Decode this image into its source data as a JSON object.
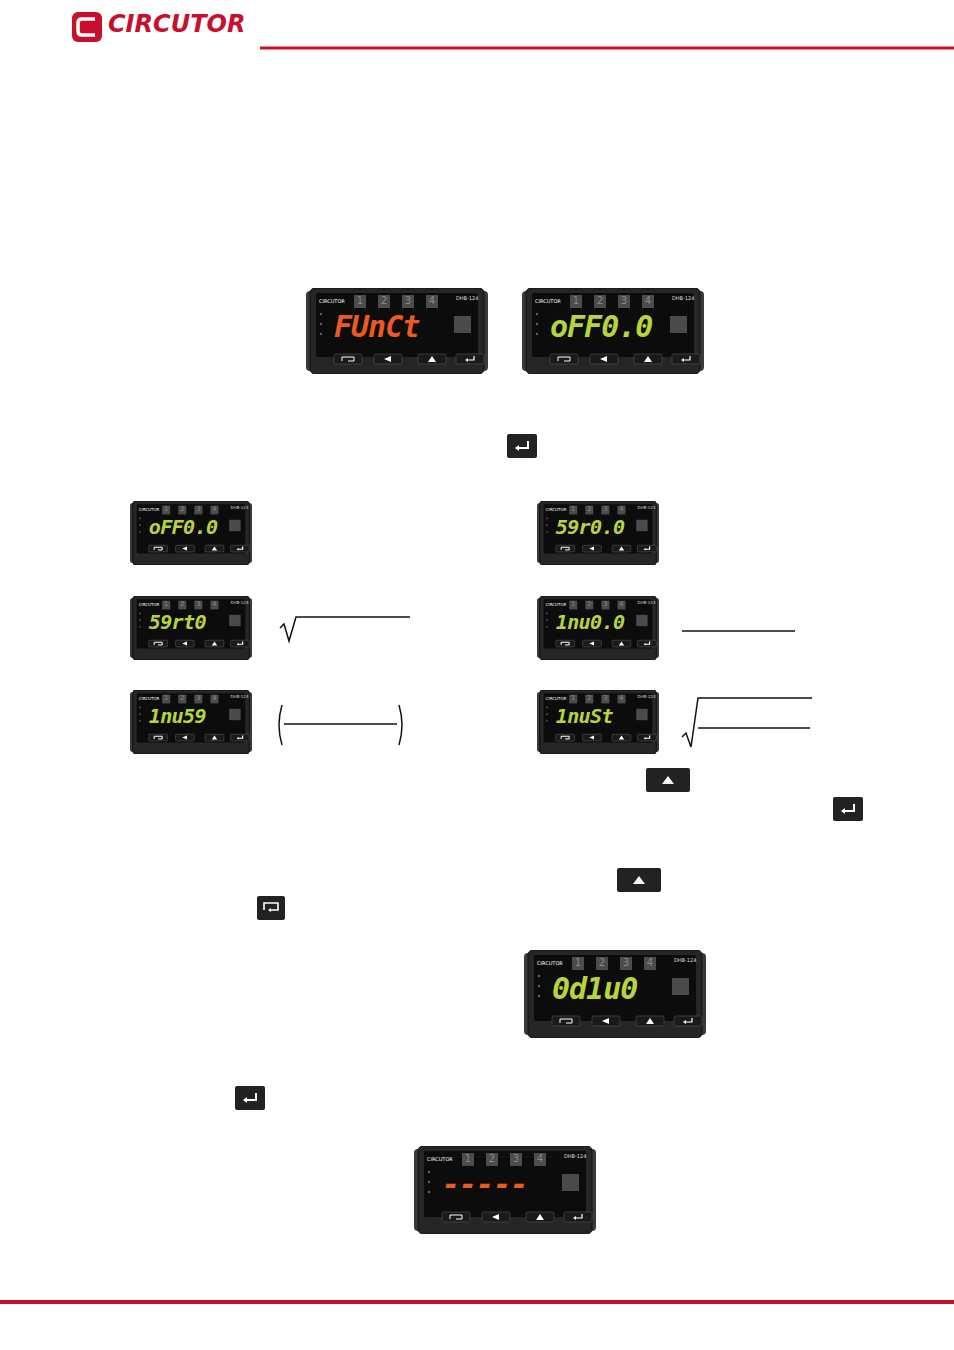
{
  "diagram": {
    "nodes": [
      {
        "text": [
          "FUnCt",
          "CIRCUTOR",
          "DHB-124",
          "1",
          "2",
          "3",
          "4"
        ]
      },
      {
        "text": [
          "oFF0.0",
          "CIRCUTOR",
          "DHB-124",
          "1",
          "2",
          "3",
          "4"
        ]
      },
      {
        "text": [
          "oFF0.0",
          "CIRCUTOR",
          "DHB-124",
          "1",
          "2",
          "3",
          "4"
        ]
      },
      {
        "text": [
          "59r0.0",
          "CIRCUTOR",
          "DHB-124",
          "1",
          "2",
          "3",
          "4"
        ]
      },
      {
        "text": [
          "59rt0",
          "CIRCUTOR",
          "DHB-124",
          "1",
          "2",
          "3",
          "4"
        ]
      },
      {
        "text": [
          "1nu0.0",
          "CIRCUTOR",
          "DHB-124",
          "1",
          "2",
          "3",
          "4"
        ]
      },
      {
        "text": [
          "1nu59",
          "CIRCUTOR",
          "DHB-124",
          "1",
          "2",
          "3",
          "4"
        ]
      },
      {
        "text": [
          "1nuSt",
          "CIRCUTOR",
          "DHB-124",
          "1",
          "2",
          "3",
          "4"
        ]
      },
      {
        "text": [
          "0d1u0",
          "CIRCUTOR",
          "DHB-124",
          "1",
          "2",
          "3",
          "4"
        ]
      },
      {
        "text": [
          "-----",
          "CIRCUTOR",
          "DHB-124",
          "1",
          "2",
          "3",
          "4"
        ]
      }
    ],
    "labels": [
      "CIRCUTOR"
    ]
  }
}
